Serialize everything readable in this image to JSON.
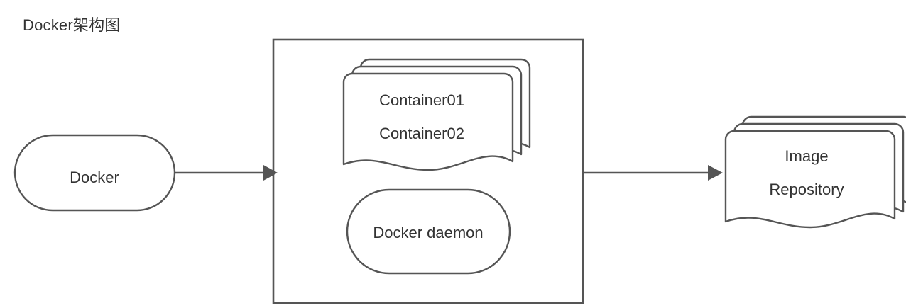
{
  "diagram": {
    "title": "Docker架构图",
    "stroke_color": "#555555",
    "text_color": "#333333",
    "background_color": "#ffffff",
    "nodes": {
      "docker_client": {
        "label": "Docker",
        "shape": "stadium"
      },
      "host_boundary": {
        "label": "",
        "shape": "rectangle"
      },
      "containers": {
        "shape": "stacked-document",
        "stack_count": 3,
        "line1": "Container01",
        "line2": "Container02"
      },
      "docker_daemon": {
        "label": "Docker daemon",
        "shape": "stadium"
      },
      "image_repository": {
        "shape": "stacked-document",
        "stack_count": 3,
        "line1": "Image",
        "line2": "Repository"
      }
    },
    "connectors": [
      {
        "name": "docker-to-host",
        "from": "docker_client",
        "to": "host_boundary",
        "style": "arrow"
      },
      {
        "name": "host-to-repository",
        "from": "host_boundary",
        "to": "image_repository",
        "style": "arrow"
      }
    ]
  }
}
